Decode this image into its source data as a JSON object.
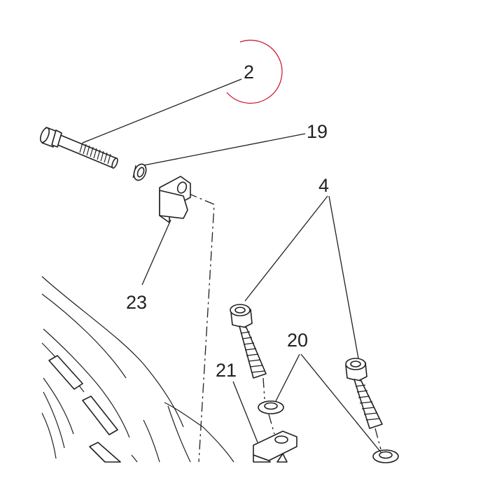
{
  "callouts": {
    "c2": "2",
    "c19": "19",
    "c4": "4",
    "c23": "23",
    "c20": "20",
    "c21": "21"
  },
  "colors": {
    "ink": "#231f20",
    "highlight_circle": "#c8102e",
    "background": "#ffffff"
  }
}
